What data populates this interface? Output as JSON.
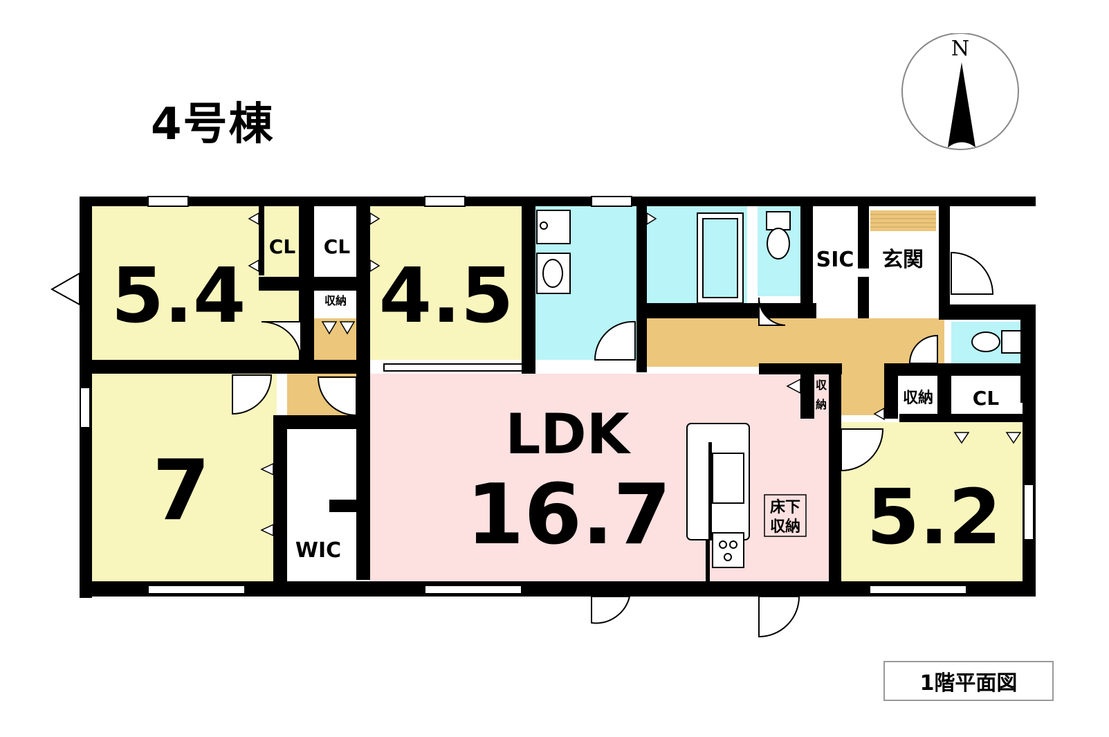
{
  "title": "4号棟",
  "compass": {
    "north_label": "N"
  },
  "floor_label": "1階平面図",
  "colors": {
    "bedroom": "#f8f6bd",
    "ldk": "#fde0e0",
    "wet_area": "#b8f4f8",
    "hallway": "#ebc67b",
    "wall": "#000000"
  },
  "rooms": {
    "room_nw": "5.4",
    "room_n": "4.5",
    "room_sw": "7",
    "ldk_name": "LDK",
    "ldk_size": "16.7",
    "room_se": "5.2"
  },
  "storage": {
    "cl_1": "CL",
    "cl_2": "CL",
    "cl_3": "CL",
    "shunou_small": "収納",
    "shunou_vertical_1": "収",
    "shunou_vertical_2": "納",
    "shunou_right": "収納",
    "sic": "SIC",
    "genkan": "玄関",
    "wic": "WIC",
    "yukashita_1": "床下",
    "yukashita_2": "収納"
  }
}
